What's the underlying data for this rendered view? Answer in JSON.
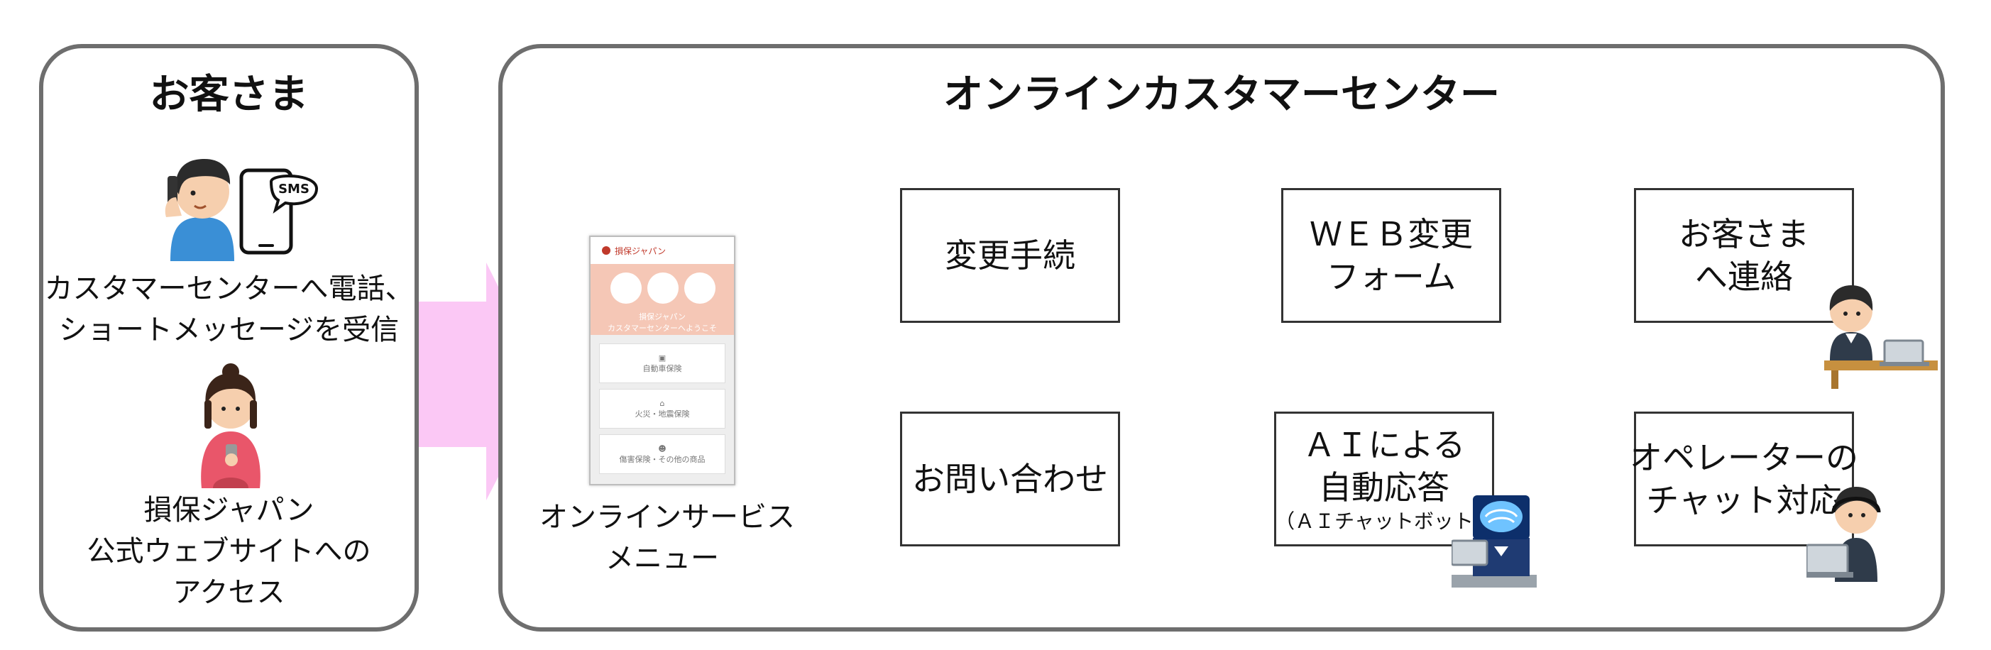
{
  "customer_panel": {
    "title": "お客さま",
    "text1": [
      "カスタマーセンターへ電話、",
      "ショートメッセージを受信"
    ],
    "text2": [
      "損保ジャパン",
      "公式ウェブサイトへの",
      "アクセス"
    ],
    "sms_label": "SMS"
  },
  "center_panel": {
    "title": "オンラインカスタマーセンター"
  },
  "phone_menu": {
    "caption": [
      "オンラインサービス",
      "メニュー"
    ],
    "brand": "損保ジャパン",
    "hero_lines": [
      "損保ジャパン",
      "カスタマーセンターへようこそ"
    ],
    "items": [
      "自動車保険",
      "火災・地震保険",
      "傷害保険・その他の商品"
    ]
  },
  "flow": {
    "change_procedure": "変更手続",
    "web_form": [
      "ＷＥＢ変更",
      "フォーム"
    ],
    "contact_customer": [
      "お客さま",
      "へ連絡"
    ],
    "inquiry": "お問い合わせ",
    "ai_response": [
      "ＡＩによる",
      "自動応答"
    ],
    "ai_note": "（ＡＩチャットボット）",
    "operator": [
      "オペレーターの",
      "チャット対応"
    ]
  },
  "colors": {
    "arrow": "#fbc8f5",
    "panel_border": "#6e6e6e",
    "box_border": "#333333"
  }
}
